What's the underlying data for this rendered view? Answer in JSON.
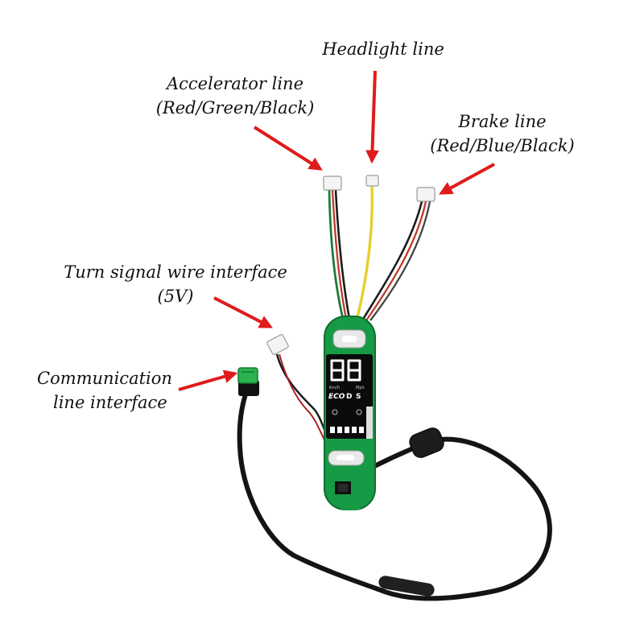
{
  "labels": {
    "headlight": {
      "line1": "Headlight line"
    },
    "accelerator": {
      "line1": "Accelerator line",
      "line2": "(Red/Green/Black)"
    },
    "brake": {
      "line1": "Brake line",
      "line2": "(Red/Blue/Black)"
    },
    "turn_signal": {
      "line1": "Turn signal wire interface",
      "line2": "(5V)"
    },
    "communication": {
      "line1": "Communication",
      "line2": "line interface"
    }
  },
  "display": {
    "digits": "88",
    "unit_left": "Km/h",
    "unit_right": "Mph",
    "modes": [
      "ECO",
      "D",
      "S"
    ]
  },
  "colors": {
    "arrow": "#e01b1b",
    "pcb": "#169a45",
    "cable": "#141414",
    "screen": "#0b0b0b",
    "segment": "#ffffff"
  }
}
